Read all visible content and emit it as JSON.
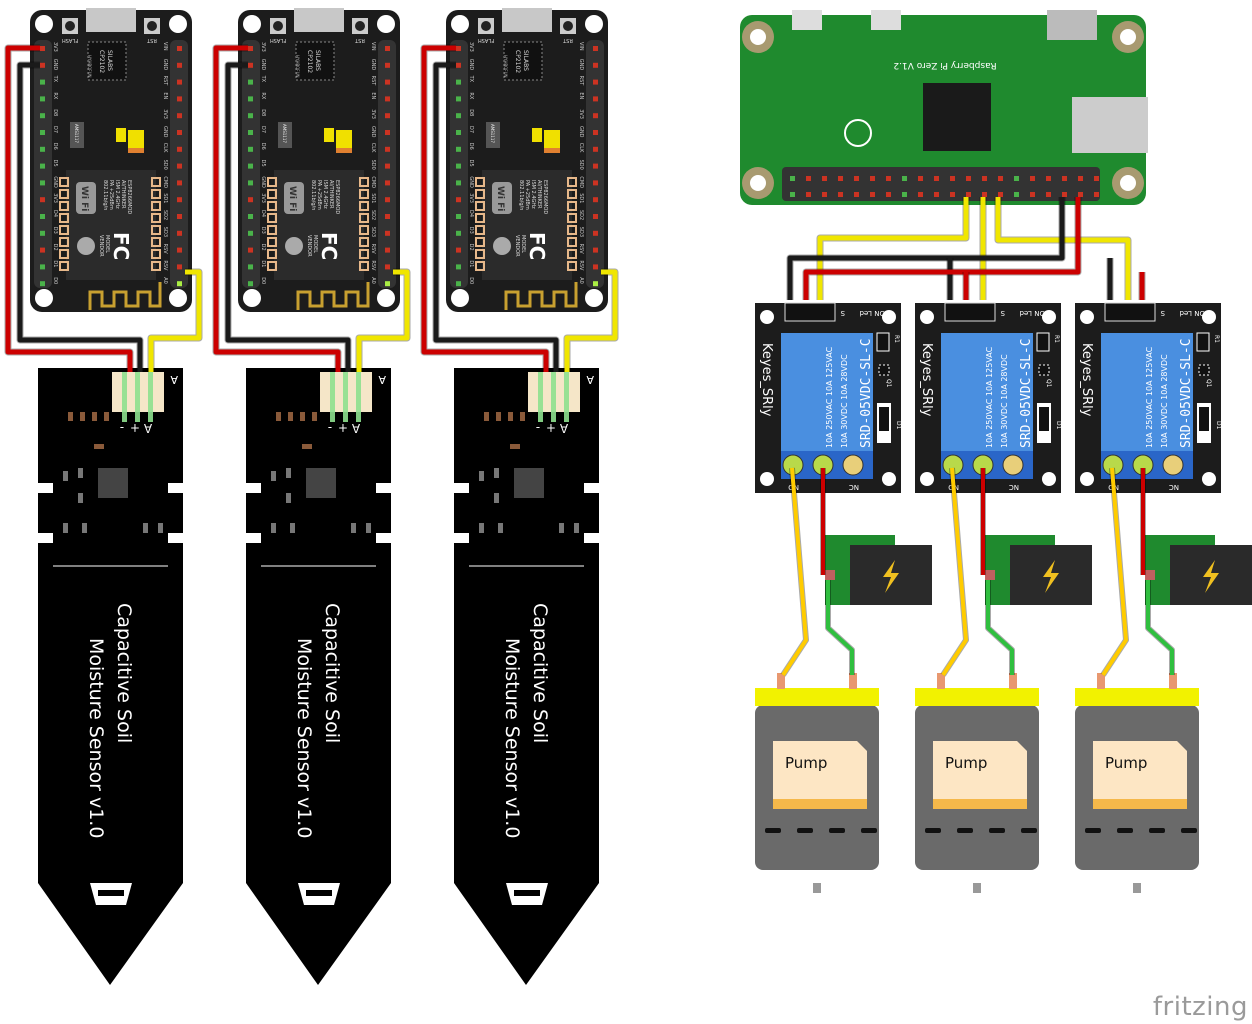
{
  "esp_board": {
    "flash": "FLASH",
    "rst": "RST",
    "chip": [
      "SILABS",
      "CP2102"
    ],
    "brand": "HYHBOFUN",
    "regulator": "AMS1117",
    "module": [
      "ESP8266MOD",
      "AI/THINKER",
      "ISM 2.4GHz",
      "PA +25dBm",
      "802.11b/g/n"
    ],
    "model_vendor": [
      "MODEL",
      "VENDOR"
    ],
    "wifi": "Wi Fi",
    "fcc": "FC",
    "left_pins": [
      "3V3",
      "GND",
      "TX",
      "RX",
      "D8",
      "D7",
      "D6",
      "D5",
      "GND",
      "3V3",
      "D4",
      "D3",
      "D2",
      "D1",
      "D0"
    ],
    "right_pins": [
      "VIN",
      "GND",
      "RST",
      "EN",
      "3V3",
      "GND",
      "CLK",
      "SD0",
      "CMD",
      "SD1",
      "SD2",
      "SD3",
      "RSV",
      "RSV",
      "A0"
    ]
  },
  "sensor": {
    "title_line1": "Capacitive Soil",
    "title_line2": "Moisture Sensor v1.0",
    "pin_labels": [
      "-",
      "+",
      "A"
    ],
    "corner_label": "A"
  },
  "pi": {
    "label": "Raspberry Pi Zero V1.2"
  },
  "relay": {
    "brand": "Keyes_SRly",
    "model": "SRD-05VDC-SL-C",
    "rating1": "10A 250VAC  10A 125VAC",
    "rating2": "10A 30VDC  10A 28VDC",
    "led_label": "ON Led",
    "s_label": "S",
    "no_label": "NO",
    "nc_label": "NC",
    "r1": "R1",
    "q1": "Q1",
    "d1": "D1"
  },
  "pump": {
    "label": "Pump"
  },
  "watermark": "fritzing",
  "colors": {
    "wire_red": "#cc0000",
    "wire_black": "#1a1a1a",
    "wire_yellow": "#f0e600",
    "wire_orange_yellow": "#ffcc00",
    "wire_green": "#2fbf3f",
    "pcb_green": "#1f8a2e",
    "relay_blue": "#4a8fe0",
    "pump_yellow": "#f2f200"
  }
}
